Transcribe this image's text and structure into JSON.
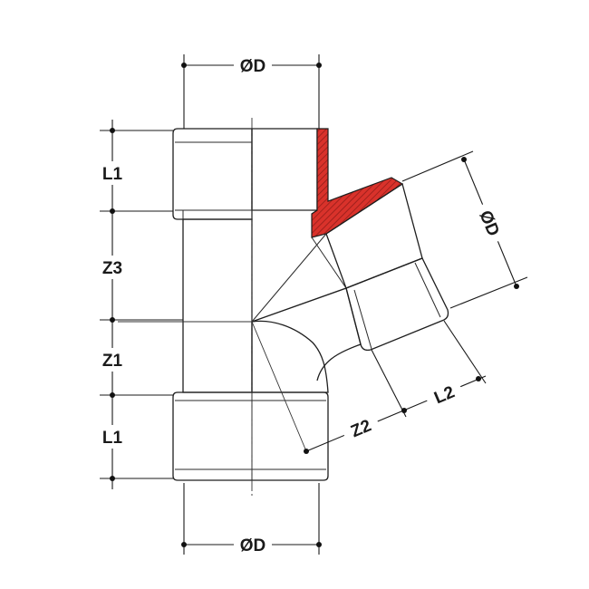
{
  "labels": {
    "od_top": "ØD",
    "od_bottom": "ØD",
    "od_branch": "ØD",
    "l1_top": "L1",
    "z3": "Z3",
    "z1": "Z1",
    "l1_bottom": "L1",
    "z2": "Z2",
    "l2": "L2"
  },
  "colors": {
    "pipe_light": "#c7cdd4",
    "pipe_mid": "#8f98a1",
    "pipe_dark": "#5c646c",
    "section_red": "#d9322b",
    "line": "#1a1a1a",
    "background": "#ffffff"
  }
}
